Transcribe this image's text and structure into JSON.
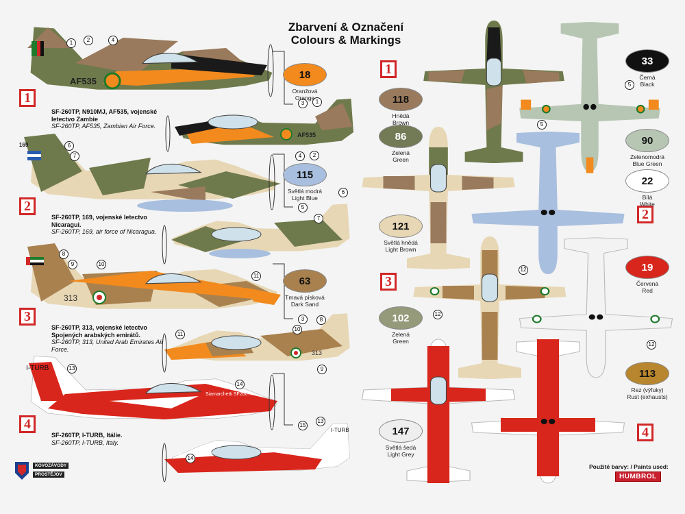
{
  "header": {
    "title_cz": "Zbarvení & Označení",
    "title_en": "Colours & Markings"
  },
  "schemes": [
    {
      "num": "1",
      "line1": "SF-260TP, N910MJ, AF535, vojenské",
      "line2": "letectvo Zambie",
      "line3": "SF-260TP, AF535, Zambian Air Force.",
      "code": "AF535"
    },
    {
      "num": "2",
      "line1": "SF-260TP, 169, vojenské letectvo",
      "line2": "Nicaragui.",
      "line3": "SF-260TP, 169, air force of Nicaragua.",
      "code": "169"
    },
    {
      "num": "3",
      "line1": "SF-260TP, 313, vojenské letectvo",
      "line2": "Spojených arabských emirátů.",
      "line3": "SF-260TP, 313, United Arab Emirates Air Force.",
      "code": "313"
    },
    {
      "num": "4",
      "line1": "SF-260TP, I-TURB, Itálie.",
      "line2": "",
      "line3": "SF-260TP, I-TURB, Italy.",
      "code": "I-TURB"
    }
  ],
  "paints": [
    {
      "code": "18",
      "cz": "Oranžová",
      "en": "Orange",
      "color": "#f28a1e",
      "text": "#111"
    },
    {
      "code": "118",
      "cz": "Hnědá",
      "en": "Brown",
      "color": "#9a7a5c",
      "text": "#111"
    },
    {
      "code": "86",
      "cz": "Zelená",
      "en": "Green",
      "color": "#727a56",
      "text": "#fff"
    },
    {
      "code": "115",
      "cz": "Světlá modrá",
      "en": "Light Blue",
      "color": "#a9bfdf",
      "text": "#111"
    },
    {
      "code": "121",
      "cz": "Světlá hnědá",
      "en": "Light Brown",
      "color": "#e7d7b5",
      "text": "#111"
    },
    {
      "code": "63",
      "cz": "Tmavá písková",
      "en": "Dark Sand",
      "color": "#a9814f",
      "text": "#111"
    },
    {
      "code": "102",
      "cz": "Zelená",
      "en": "Green",
      "color": "#949a7a",
      "text": "#fff"
    },
    {
      "code": "147",
      "cz": "Světlá šedá",
      "en": "Light Grey",
      "color": "#eeeeee",
      "text": "#111"
    },
    {
      "code": "33",
      "cz": "Černá",
      "en": "Black",
      "color": "#111111",
      "text": "#fff"
    },
    {
      "code": "90",
      "cz": "Zelenomodrá",
      "en": "Blue Green",
      "color": "#b7c6b3",
      "text": "#111"
    },
    {
      "code": "22",
      "cz": "Bílá",
      "en": "White",
      "color": "#ffffff",
      "text": "#111"
    },
    {
      "code": "19",
      "cz": "Červená",
      "en": "Red",
      "color": "#d9261c",
      "text": "#fff"
    },
    {
      "code": "113",
      "cz": "Rez (výfuky)",
      "en": "Rust (exhausts)",
      "color": "#b8862e",
      "text": "#111"
    }
  ],
  "callouts": [
    "1",
    "2",
    "3",
    "4",
    "5",
    "6",
    "7",
    "8",
    "9",
    "10",
    "11",
    "12",
    "13",
    "14",
    "15"
  ],
  "footer": {
    "paints_used": "Použité barvy: / Paints used:",
    "brand": "HUMBROL",
    "logo_line1": "KOVOZÁVODY",
    "logo_line2": "PROSTĚJOV"
  },
  "decals": {
    "sponsor": "Siamarchetti SF260TP"
  },
  "colors": {
    "accent_red": "#d12727",
    "orange": "#f28a1e",
    "camo_green": "#6f7a4c",
    "camo_brown": "#9a7a5c",
    "sand": "#e7d7b5",
    "light_blue": "#a9bfdf",
    "red": "#d9261c"
  }
}
